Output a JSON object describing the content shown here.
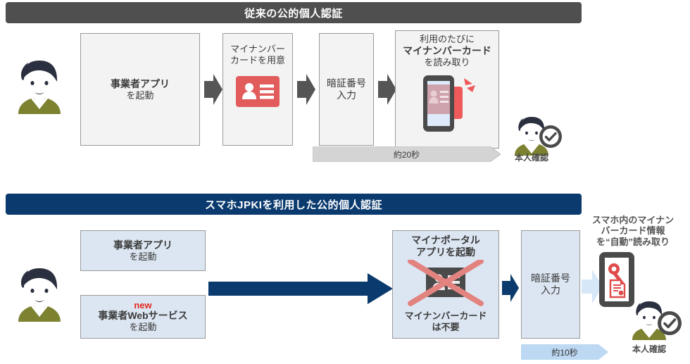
{
  "sections": [
    {
      "id": "legacy",
      "title": "従来の公的個人認証",
      "header_color": "#4f4f4f",
      "accent_color": "#4f4f4f",
      "steps": [
        {
          "name": "step-vendor-app",
          "lines": [
            {
              "text": "事業者アプリ",
              "bold": true
            },
            {
              "text": "を起動",
              "bold": false
            }
          ],
          "icon": "none"
        },
        {
          "name": "step-prepare-card",
          "lines": [
            {
              "text": "マイナンバー",
              "bold": false
            },
            {
              "text": "カードを用意",
              "bold": false
            }
          ],
          "icon": "id-card-icon"
        },
        {
          "name": "step-pin-entry",
          "lines": [
            {
              "text": "暗証番号",
              "bold": false
            },
            {
              "text": "入力",
              "bold": false
            }
          ],
          "icon": "none"
        },
        {
          "name": "step-read-card",
          "lines": [
            {
              "text": "利用のたびに",
              "bold": false
            },
            {
              "text": "マイナンバーカード",
              "bold": true
            },
            {
              "text": "を読み取り",
              "bold": false
            }
          ],
          "icon": "phone-reading-card-icon"
        }
      ],
      "duration": {
        "label": "約20秒",
        "color": "#d4d4d4"
      },
      "verify_label": "本人確認"
    },
    {
      "id": "smartphone-jpki",
      "title": "スマホJPKIを利用した公的個人認証",
      "header_color": "#0a3a6e",
      "accent_color": "#0a3a6e",
      "steps": [
        {
          "name": "step-vendor-app",
          "lines": [
            {
              "text": "事業者アプリ",
              "bold": true
            },
            {
              "text": "を起動",
              "bold": false
            }
          ],
          "icon": "none"
        },
        {
          "name": "step-vendor-web-service",
          "lines": [
            {
              "text": "new",
              "bold": true,
              "style": "new"
            },
            {
              "text": "事業者Webサービス",
              "bold": true
            },
            {
              "text": "を起動",
              "bold": false
            }
          ],
          "icon": "none"
        },
        {
          "name": "step-myna-portal-app",
          "lines": [
            {
              "text": "マイナポータル",
              "bold": true
            },
            {
              "text": "アプリを起動",
              "bold": true
            }
          ],
          "lines_bottom": [
            {
              "text": "マイナンバーカード",
              "bold": true
            },
            {
              "text": "は不要",
              "bold": true
            }
          ],
          "icon": "card-crossed-out-icon"
        },
        {
          "name": "step-pin-entry",
          "lines": [
            {
              "text": "暗証番号",
              "bold": false
            },
            {
              "text": "入力",
              "bold": false
            }
          ],
          "icon": "none"
        }
      ],
      "auto_read_caption": [
        "スマホ内のマイナン",
        "バーカード情報",
        "を“自動”読み取り"
      ],
      "duration": {
        "label": "約10秒",
        "color": "#bcd8f2"
      },
      "verify_label": "本人確認"
    }
  ],
  "icons": {
    "id_card": "id-card-icon",
    "phone": "phone-reading-card-icon",
    "crossed_card": "card-crossed-out-icon",
    "key_cert_phone": "phone-key-certificate-icon",
    "person": "person-avatar-icon",
    "check_badge": "check-badge-icon"
  },
  "colors": {
    "dark_header": "#4f4f4f",
    "blue_header": "#0a3a6e",
    "box_gray_fill": "#f3f3f3",
    "box_blue_fill": "#dce6f2",
    "box_border": "#9a9a9a",
    "gray_arrow": "#555555",
    "blue_arrow": "#0a3a6e",
    "light_blue_arrow": "#d6e7f7",
    "card_red": "#e25c5c",
    "new_red": "#e3271f",
    "avatar_hair": "#2b3040",
    "avatar_shirt": "#7d8230",
    "gray_chevron": "#d4d4d4",
    "blue_chevron": "#bcd8f2"
  }
}
